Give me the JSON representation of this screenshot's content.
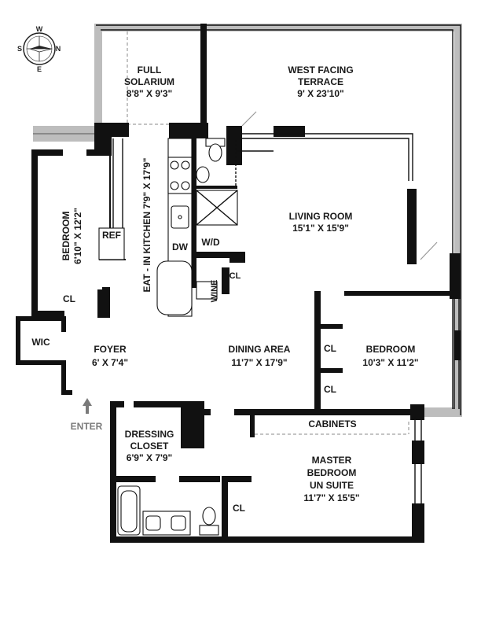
{
  "compass": {
    "n": "N",
    "s": "S",
    "e": "E",
    "w": "W"
  },
  "rooms": {
    "solarium": {
      "line1": "FULL",
      "line2": "SOLARIUM",
      "dims": "8'8\" X 9'3\""
    },
    "terrace": {
      "line1": "WEST FACING",
      "line2": "TERRACE",
      "dims": "9' X 23'10\""
    },
    "bedroom_left": {
      "name": "BEDROOM",
      "dims": "6'10\" X 12'2\""
    },
    "kitchen": {
      "label": "EAT - IN KITCHEN 7'9\" X 17'9\""
    },
    "living": {
      "name": "LIVING ROOM",
      "dims": "15'1\" X 15'9\""
    },
    "foyer": {
      "name": "FOYER",
      "dims": "6' X 7'4\""
    },
    "dining": {
      "name": "DINING AREA",
      "dims": "11'7\" X 17'9\""
    },
    "bedroom_right": {
      "name": "BEDROOM",
      "dims": "10'3\" X 11'2\""
    },
    "dressing": {
      "line1": "DRESSING",
      "line2": "CLOSET",
      "dims": "6'9\" X 7'9\""
    },
    "master": {
      "line1": "MASTER",
      "line2": "BEDROOM",
      "line3": "UN SUITE",
      "dims": "11'7\" X 15'5\""
    }
  },
  "labels": {
    "ref": "REF",
    "dw": "DW",
    "wd": "W/D",
    "cl": "CL",
    "wine": "WINE",
    "wic": "WIC",
    "enter": "ENTER",
    "cabinets": "CABINETS"
  }
}
